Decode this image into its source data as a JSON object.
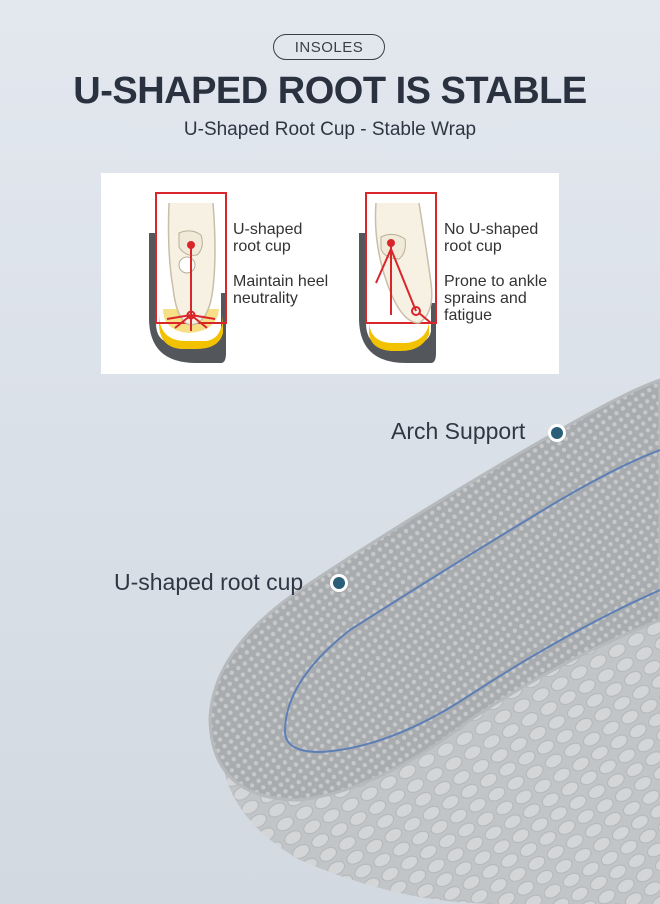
{
  "badge": "INSOLES",
  "title": "U-SHAPED ROOT IS STABLE",
  "subtitle": "U-Shaped Root Cup - Stable Wrap",
  "comparison": {
    "left": {
      "heading_line1": "U-shaped",
      "heading_line2": "root cup",
      "note_line1": "Maintain heel",
      "note_line2": "neutrality"
    },
    "right": {
      "heading_line1": "No U-shaped",
      "heading_line2": "root cup",
      "note_line1": "Prone to ankle",
      "note_line2": "sprains and",
      "note_line3": "fatigue"
    }
  },
  "callouts": {
    "arch": "Arch Support",
    "cup": "U-shaped root cup"
  },
  "colors": {
    "accent_dot": "#2a5e78",
    "arrow_red": "#d9262b",
    "cup_yellow": "#f2c200",
    "sole_gray": "#8e9398"
  }
}
